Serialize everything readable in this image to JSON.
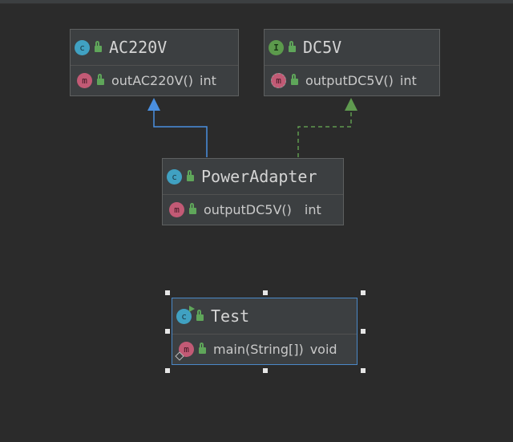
{
  "nodes": {
    "ac220v": {
      "name": "AC220V",
      "kind": "class",
      "badge": "c",
      "method": {
        "badge": "m",
        "name": "outAC220V()",
        "type": "int"
      }
    },
    "dc5v": {
      "name": "DC5V",
      "kind": "interface",
      "badge": "I",
      "method": {
        "badge": "m",
        "name": "outputDC5V()",
        "type": "int"
      }
    },
    "power_adapter": {
      "name": "PowerAdapter",
      "kind": "class",
      "badge": "c",
      "method": {
        "badge": "m",
        "name": "outputDC5V()",
        "type": "int"
      }
    },
    "test": {
      "name": "Test",
      "kind": "class",
      "badge": "c",
      "method": {
        "badge": "m",
        "name": "main(String[])",
        "type": "void"
      }
    }
  },
  "links": [
    {
      "from": "power_adapter",
      "to": "ac220v",
      "type": "extends",
      "color": "#4a8fe0"
    },
    {
      "from": "power_adapter",
      "to": "dc5v",
      "type": "implements",
      "color": "#5f9a4f"
    }
  ],
  "colors": {
    "background": "#2b2b2b",
    "node_fill": "#3c3f41",
    "selection": "#4a88c7",
    "class_badge": "#40a1c2",
    "interface_badge": "#5c9a4c",
    "method_badge": "#c25a75",
    "lock": "#5fa65a"
  }
}
